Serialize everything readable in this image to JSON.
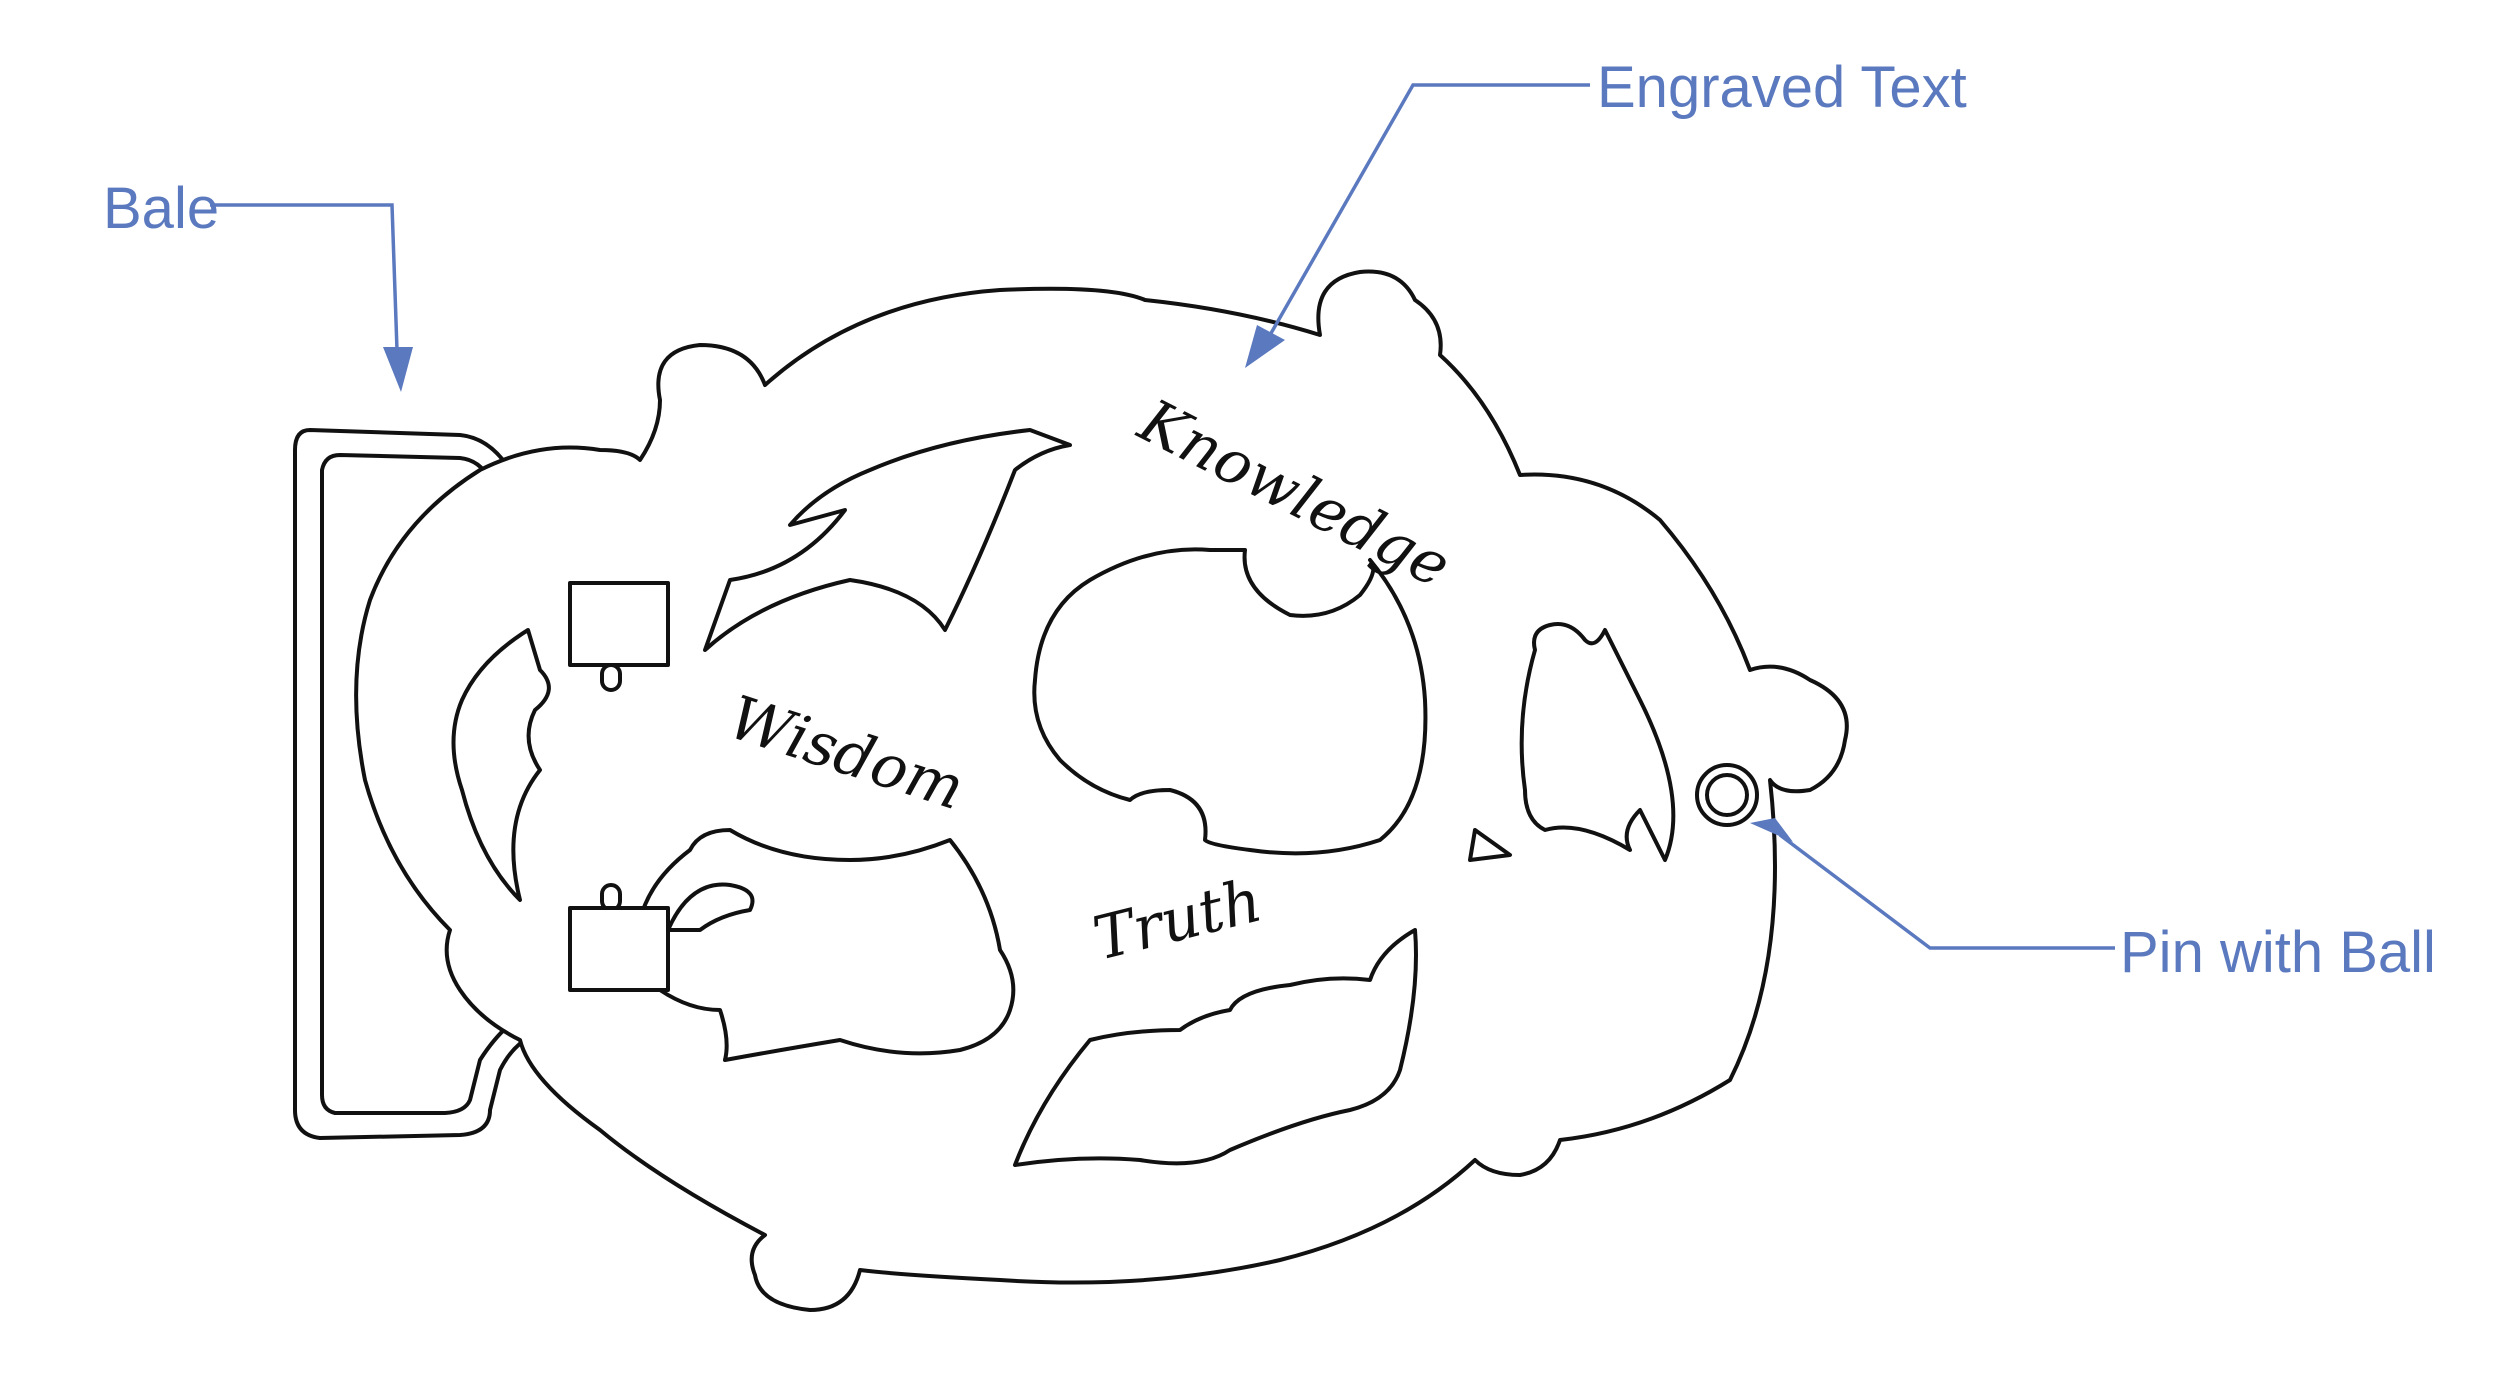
{
  "callouts": {
    "bale": "Bale",
    "engraved_text": "Engraved Text",
    "pin_with_ball": "Pin with Ball"
  },
  "engravings": {
    "knowledge": "Knowledge",
    "wisdom": "Wisdom",
    "truth": "Truth"
  },
  "colors": {
    "callout": "#5b79bf",
    "outline": "#111111",
    "background": "#ffffff"
  }
}
